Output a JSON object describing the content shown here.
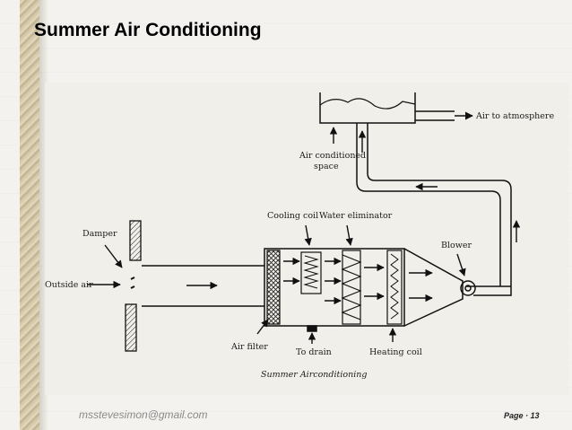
{
  "slide": {
    "title": "Summer Air Conditioning",
    "footer_email": "msstevesimon@gmail.com",
    "page_label": "Page · 13"
  },
  "diagram": {
    "labels": {
      "air_to_atmosphere": "Air to atmosphere",
      "air_conditioned_line1": "Air conditioned",
      "air_conditioned_line2": "space",
      "cooling_coil": "Cooling coil",
      "water_eliminator": "Water eliminator",
      "damper": "Damper",
      "blower": "Blower",
      "outside_air": "Outside air",
      "air_filter": "Air filter",
      "to_drain": "To drain",
      "heating_coil": "Heating coil",
      "caption": "Summer Airconditioning"
    }
  }
}
